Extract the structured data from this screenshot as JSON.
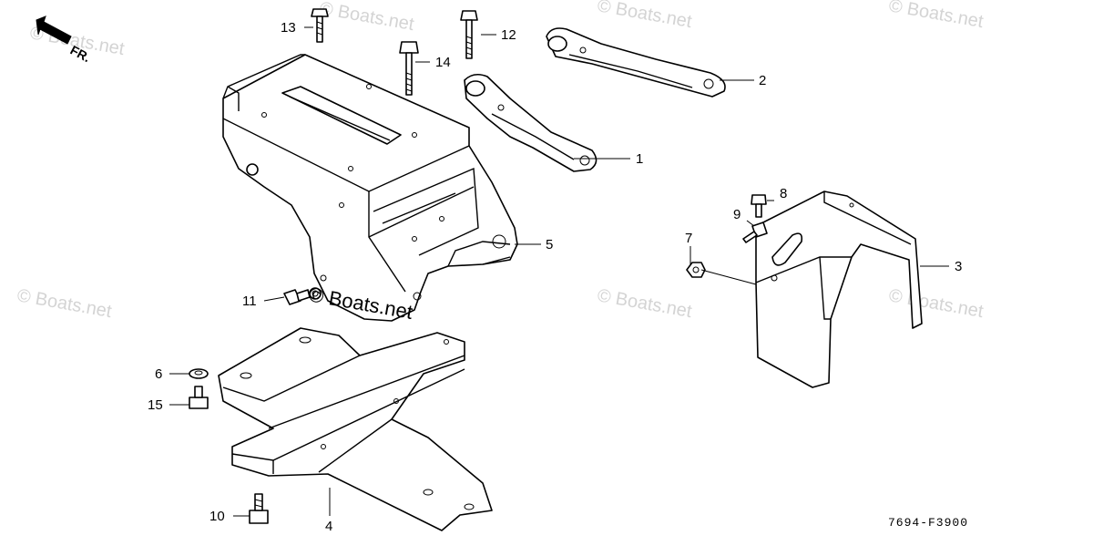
{
  "diagram": {
    "direction_label": "FR.",
    "figure_code": "7694-F3900",
    "watermark": "© Boats.net",
    "watermark_center": "© Boats.net",
    "callouts": {
      "c1": "1",
      "c2": "2",
      "c3": "3",
      "c4": "4",
      "c5": "5",
      "c6": "6",
      "c7": "7",
      "c8": "8",
      "c9": "9",
      "c10": "10",
      "c11": "11",
      "c12": "12",
      "c13": "13",
      "c14": "14",
      "c15": "15"
    }
  }
}
